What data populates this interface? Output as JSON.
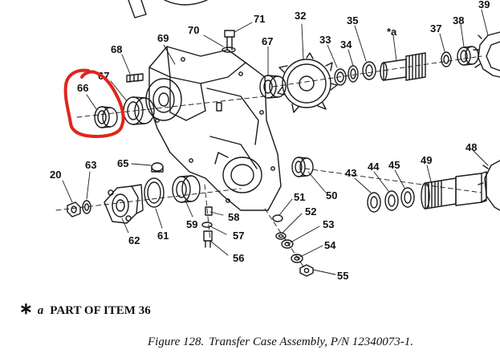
{
  "callouts": {
    "c20": "20",
    "c63": "63",
    "c65": "65",
    "c62": "62",
    "c61": "61",
    "c59": "59",
    "c58": "58",
    "c57": "57",
    "c56": "56",
    "c66": "66",
    "c67a": "67",
    "c68": "68",
    "c69": "69",
    "c70": "70",
    "c71": "71",
    "c67b": "67",
    "c32": "32",
    "c33": "33",
    "c34": "34",
    "c35": "35",
    "ca": "*a",
    "c37": "37",
    "c38": "38",
    "c39": "39",
    "c43": "43",
    "c44": "44",
    "c45": "45",
    "c48": "48",
    "c49": "49",
    "c50": "50",
    "c51": "51",
    "c52": "52",
    "c53": "53",
    "c54": "54",
    "c55": "55"
  },
  "note": {
    "marker": "∗",
    "letter": "a",
    "text": "PART OF ITEM 36"
  },
  "caption": {
    "figure": "Figure 128.",
    "title": "Transfer Case Assembly, P/N 12340073-1."
  },
  "highlight": {
    "color": "#e0261b",
    "target": "66"
  }
}
